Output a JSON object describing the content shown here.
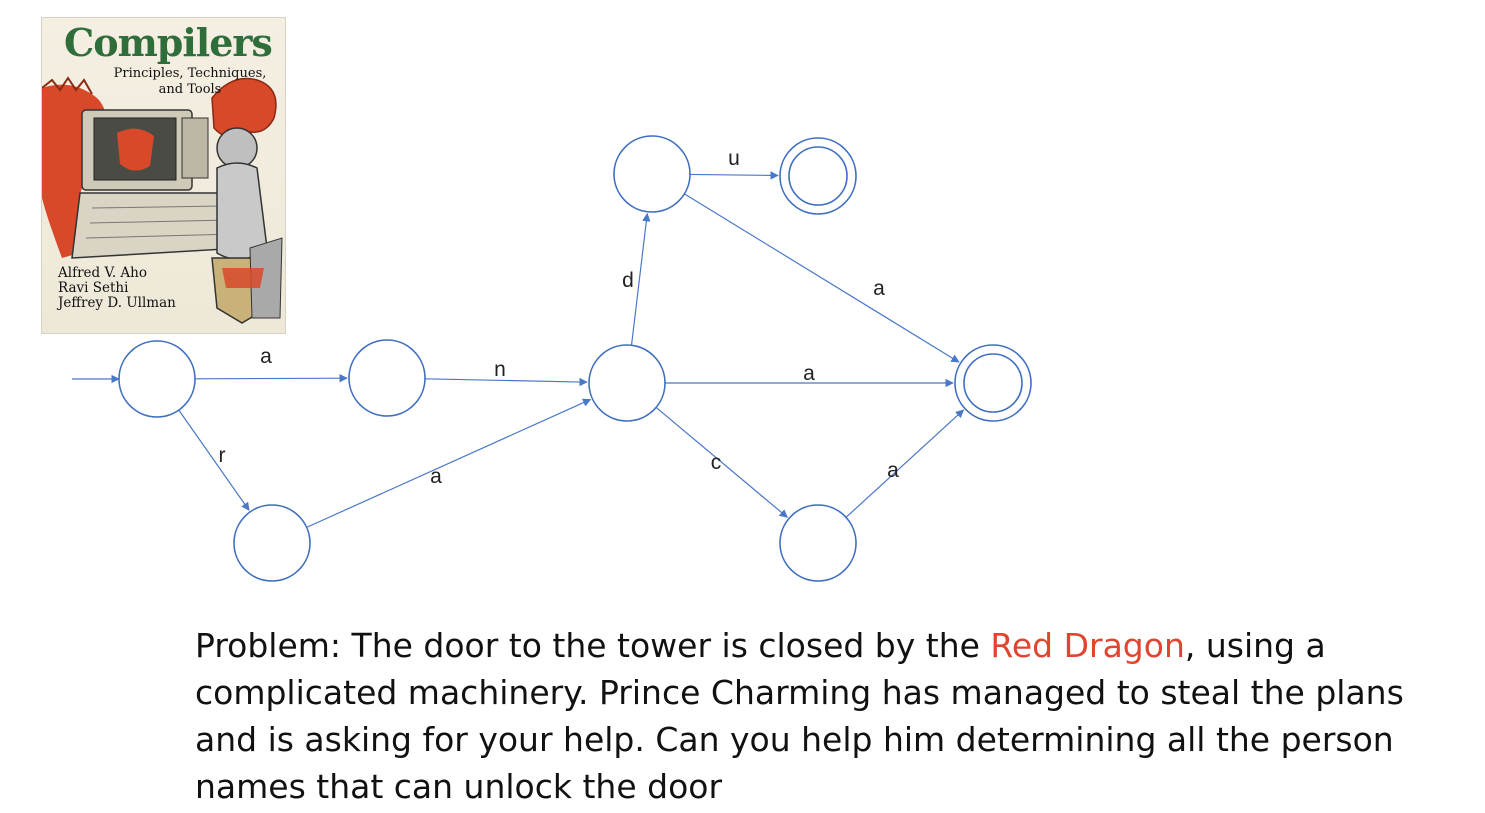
{
  "book_cover": {
    "title": "Compilers",
    "subtitle": "Principles, Techniques,\nand Tools",
    "authors": [
      "Alfred V. Aho",
      "Ravi Sethi",
      "Jeffrey D. Ullman"
    ]
  },
  "automaton": {
    "states": [
      {
        "id": "q0",
        "accepting": false,
        "start": true
      },
      {
        "id": "q1",
        "accepting": false
      },
      {
        "id": "q2",
        "accepting": false
      },
      {
        "id": "q3",
        "accepting": false
      },
      {
        "id": "q4",
        "accepting": false
      },
      {
        "id": "q5",
        "accepting": true
      },
      {
        "id": "q6",
        "accepting": false
      },
      {
        "id": "q7",
        "accepting": true
      }
    ],
    "transitions": [
      {
        "from": "q0",
        "to": "q1",
        "label": "a"
      },
      {
        "from": "q0",
        "to": "q2",
        "label": "r"
      },
      {
        "from": "q1",
        "to": "q3",
        "label": "n"
      },
      {
        "from": "q2",
        "to": "q3",
        "label": "a"
      },
      {
        "from": "q3",
        "to": "q4",
        "label": "d"
      },
      {
        "from": "q4",
        "to": "q5",
        "label": "u"
      },
      {
        "from": "q4",
        "to": "q7",
        "label": "a"
      },
      {
        "from": "q3",
        "to": "q7",
        "label": "a"
      },
      {
        "from": "q3",
        "to": "q6",
        "label": "c"
      },
      {
        "from": "q6",
        "to": "q7",
        "label": "a"
      }
    ]
  },
  "problem": {
    "label": "Problem",
    "text_before": ": The door to the tower is closed by the ",
    "highlight": "Red Dragon",
    "text_after": ", using a complicated machinery. Prince Charming has managed to steal the plans and is asking for your help. Can you help him determining all the person names that can unlock the door",
    "highlight_color": "#e1452f"
  }
}
